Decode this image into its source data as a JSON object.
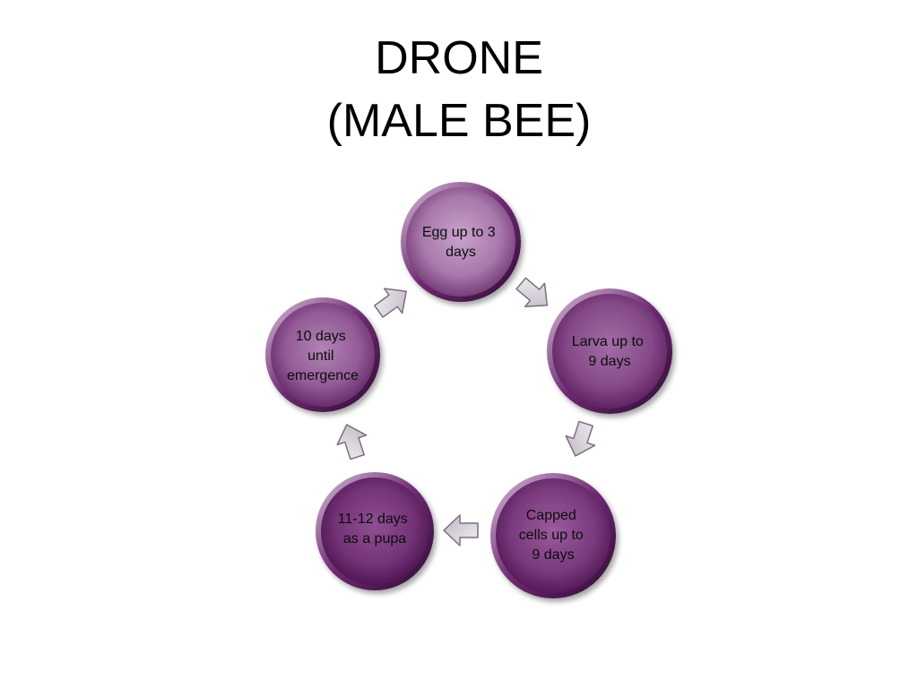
{
  "slide": {
    "title_line1": "DRONE",
    "title_line2": "(MALE BEE)"
  },
  "cycle": {
    "nodes": [
      {
        "id": "egg",
        "lines": [
          "Egg up to 3",
          "days"
        ]
      },
      {
        "id": "larva",
        "lines": [
          "Larva up to",
          "9 days"
        ]
      },
      {
        "id": "capped",
        "lines": [
          "Capped",
          "cells up to",
          "9 days"
        ]
      },
      {
        "id": "pupa",
        "lines": [
          "11-12 days",
          "as a pupa"
        ]
      },
      {
        "id": "emergence",
        "lines": [
          "10 days",
          "until",
          "emergence"
        ]
      }
    ],
    "colors": {
      "circle_light": "#b98cbc",
      "circle_mid": "#8c4a8e",
      "circle_dark": "#5e1f62",
      "rim": "#3d0f40",
      "arrow_fill": "#e4dfe6",
      "arrow_stroke": "#7a6f7d"
    },
    "arrow_icon": "chevron-arrow"
  }
}
